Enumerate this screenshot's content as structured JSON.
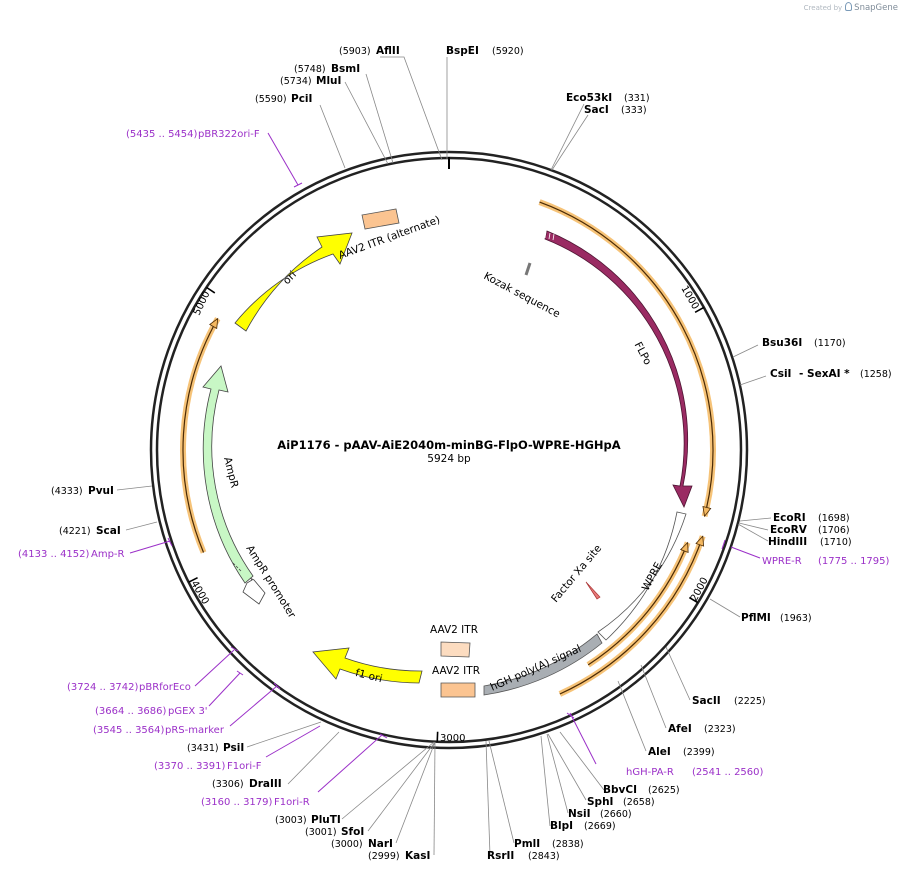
{
  "credit": {
    "prefix": "Created by",
    "brand": "SnapGene"
  },
  "plasmid": {
    "name": "AiP1176 - pAAV-AiE2040m-minBG-FlpO-WPRE-HGHpA",
    "size_label": "5924 bp",
    "length_bp": 5924
  },
  "ticks": [
    {
      "label": "1000",
      "bp": 1000
    },
    {
      "label": "2000",
      "bp": 2000
    },
    {
      "label": "3000",
      "bp": 3000
    },
    {
      "label": "4000",
      "bp": 4000
    },
    {
      "label": "5000",
      "bp": 5000
    }
  ],
  "features": [
    {
      "name": "FLPo",
      "color": "#9a2b63",
      "direction": "forward"
    },
    {
      "name": "WPRE",
      "color": "#ffffff",
      "direction": "none"
    },
    {
      "name": "hGH poly(A) signal",
      "color": "#a9aeb3",
      "direction": "none"
    },
    {
      "name": "AAV2 ITR",
      "color": "#fcdcc0",
      "direction": "none"
    },
    {
      "name": "AAV2 ITR",
      "color": "#fbc491",
      "direction": "none"
    },
    {
      "name": "f1 ori",
      "color": "#ffff00",
      "direction": "reverse"
    },
    {
      "name": "AmpR promoter",
      "color": "#ffffff",
      "direction": "reverse"
    },
    {
      "name": "AmpR",
      "color": "#c8f7c5",
      "direction": "reverse"
    },
    {
      "name": "ori",
      "color": "#ffff00",
      "direction": "forward"
    },
    {
      "name": "AAV2 ITR (alternate)",
      "color": "#fbc491",
      "direction": "none"
    },
    {
      "name": "Kozak sequence",
      "color": "#888888",
      "direction": "none"
    },
    {
      "name": "Factor Xa site",
      "color": "#e67a7a",
      "direction": "none"
    }
  ],
  "sites": [
    {
      "name": "BspEI",
      "pos": "(5920)"
    },
    {
      "name": "AflII",
      "pos": "(5903)"
    },
    {
      "name": "BsmI",
      "pos": "(5748)"
    },
    {
      "name": "MluI",
      "pos": "(5734)"
    },
    {
      "name": "PciI",
      "pos": "(5590)"
    },
    {
      "name": "Eco53kI",
      "pos": "(331)"
    },
    {
      "name": "SacI",
      "pos": "(333)"
    },
    {
      "name": "Bsu36I",
      "pos": "(1170)"
    },
    {
      "name": "CsiI",
      "pos": "(1258)",
      "extra": "- SexAI *"
    },
    {
      "name": "EcoRI",
      "pos": "(1698)"
    },
    {
      "name": "EcoRV",
      "pos": "(1706)"
    },
    {
      "name": "HindIII",
      "pos": "(1710)"
    },
    {
      "name": "PflMI",
      "pos": "(1963)"
    },
    {
      "name": "SacII",
      "pos": "(2225)"
    },
    {
      "name": "AfeI",
      "pos": "(2323)"
    },
    {
      "name": "AleI",
      "pos": "(2399)"
    },
    {
      "name": "BbvCI",
      "pos": "(2625)"
    },
    {
      "name": "SphI",
      "pos": "(2658)"
    },
    {
      "name": "NsiI",
      "pos": "(2660)"
    },
    {
      "name": "BlpI",
      "pos": "(2669)"
    },
    {
      "name": "PmlI",
      "pos": "(2838)"
    },
    {
      "name": "RsrII",
      "pos": "(2843)"
    },
    {
      "name": "KasI",
      "pos": "(2999)"
    },
    {
      "name": "NarI",
      "pos": "(3000)"
    },
    {
      "name": "SfoI",
      "pos": "(3001)"
    },
    {
      "name": "PluTI",
      "pos": "(3003)"
    },
    {
      "name": "DraIII",
      "pos": "(3306)"
    },
    {
      "name": "PsiI",
      "pos": "(3431)"
    },
    {
      "name": "ScaI",
      "pos": "(4221)"
    },
    {
      "name": "PvuI",
      "pos": "(4333)"
    }
  ],
  "primers": [
    {
      "name": "pBR322ori-F",
      "range": "(5435 .. 5454)"
    },
    {
      "name": "WPRE-R",
      "range": "(1775 .. 1795)"
    },
    {
      "name": "hGH-PA-R",
      "range": "(2541 .. 2560)"
    },
    {
      "name": "F1ori-R",
      "range": "(3160 .. 3179)"
    },
    {
      "name": "F1ori-F",
      "range": "(3370 .. 3391)"
    },
    {
      "name": "pRS-marker",
      "range": "(3545 .. 3564)"
    },
    {
      "name": "pGEX 3'",
      "range": "(3664 .. 3686)"
    },
    {
      "name": "pBRforEco",
      "range": "(3724 .. 3742)"
    },
    {
      "name": "Amp-R",
      "range": "(4133 .. 4152)"
    }
  ]
}
